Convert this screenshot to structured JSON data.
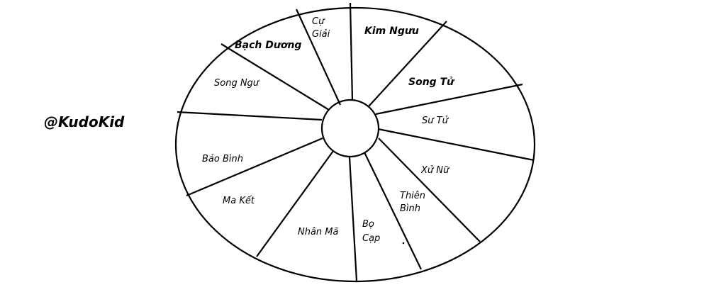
{
  "watermark": "@KudoKid",
  "colors": {
    "ink": "#000000",
    "background": "#ffffff"
  },
  "segments": [
    {
      "id": "cu-giai",
      "lines": [
        "Cự",
        "Giải"
      ],
      "bold": false
    },
    {
      "id": "kim-nguu",
      "lines": [
        "Kim Ngưu"
      ],
      "bold": true
    },
    {
      "id": "song-tu-bold",
      "lines": [
        "Song Tử"
      ],
      "bold": true
    },
    {
      "id": "su-tu",
      "lines": [
        "Sư Tử"
      ],
      "bold": false
    },
    {
      "id": "xu-nu",
      "lines": [
        "Xử Nữ"
      ],
      "bold": false
    },
    {
      "id": "thien-binh",
      "lines": [
        "Thiên",
        "Bình"
      ],
      "bold": false
    },
    {
      "id": "bo-cap",
      "lines": [
        "Bọ",
        "Cạp"
      ],
      "bold": false
    },
    {
      "id": "nhan-ma",
      "lines": [
        "Nhân Mã"
      ],
      "bold": false
    },
    {
      "id": "ma-ket",
      "lines": [
        "Ma Kết"
      ],
      "bold": false
    },
    {
      "id": "bao-binh",
      "lines": [
        "Bảo Bình"
      ],
      "bold": false
    },
    {
      "id": "song-ngu",
      "lines": [
        "Song Ngư"
      ],
      "bold": false
    },
    {
      "id": "bach-duong",
      "lines": [
        "Bạch Dương"
      ],
      "bold": true
    }
  ]
}
